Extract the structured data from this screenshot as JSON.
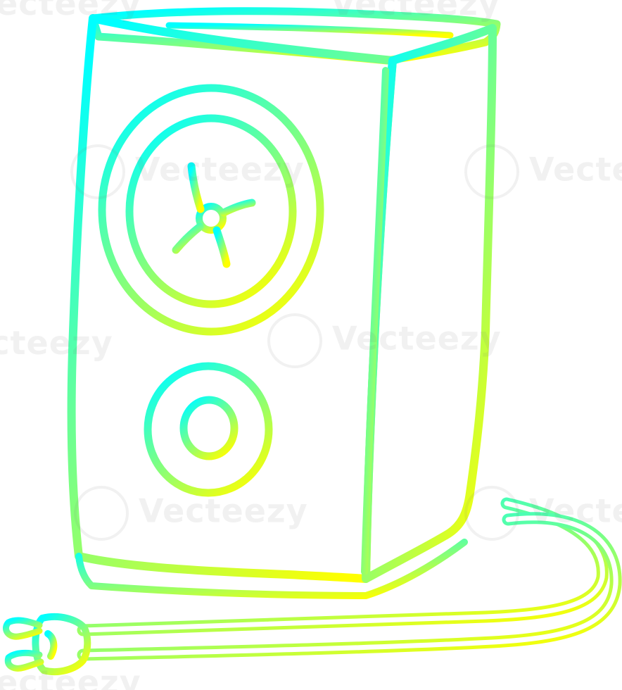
{
  "illustration": {
    "subject": "speaker-icon",
    "gradient": {
      "start_color": "#00ffff",
      "end_color": "#ffff00"
    },
    "background_color": "#ffffff"
  },
  "watermark": {
    "text": "Vecteezy",
    "repeats": [
      "Vecteezy",
      "Vecteezy",
      "Vecteezy",
      "Vecteezy",
      "Vecteezy",
      "Vecteezy",
      "Vecteezy",
      "Vecteezy",
      "Vecteezy"
    ]
  }
}
